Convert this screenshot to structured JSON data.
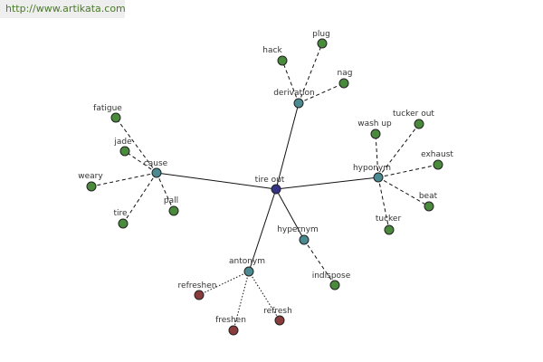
{
  "watermark": "http://www.artikata.com",
  "colors": {
    "center": "#333388",
    "category": "#4a8a90",
    "leaf_green": "#4a8a3c",
    "leaf_red": "#8a3c3c"
  },
  "graph": {
    "center": {
      "id": "tire-out",
      "label": "tire out"
    },
    "categories": [
      {
        "id": "derivation",
        "label": "derivation"
      },
      {
        "id": "cause",
        "label": "cause"
      },
      {
        "id": "hyponym",
        "label": "hyponym"
      },
      {
        "id": "hypernym",
        "label": "hypernym"
      },
      {
        "id": "antonym",
        "label": "antonym"
      }
    ],
    "leaves": [
      {
        "id": "hack",
        "label": "hack",
        "parent": "derivation",
        "color": "green"
      },
      {
        "id": "plug",
        "label": "plug",
        "parent": "derivation",
        "color": "green"
      },
      {
        "id": "nag",
        "label": "nag",
        "parent": "derivation",
        "color": "green"
      },
      {
        "id": "fatigue",
        "label": "fatigue",
        "parent": "cause",
        "color": "green"
      },
      {
        "id": "jade",
        "label": "jade",
        "parent": "cause",
        "color": "green"
      },
      {
        "id": "weary",
        "label": "weary",
        "parent": "cause",
        "color": "green"
      },
      {
        "id": "tire",
        "label": "tire",
        "parent": "cause",
        "color": "green"
      },
      {
        "id": "pall",
        "label": "pall",
        "parent": "cause",
        "color": "green"
      },
      {
        "id": "wash-up",
        "label": "wash up",
        "parent": "hyponym",
        "color": "green"
      },
      {
        "id": "tucker-out",
        "label": "tucker out",
        "parent": "hyponym",
        "color": "green"
      },
      {
        "id": "exhaust",
        "label": "exhaust",
        "parent": "hyponym",
        "color": "green"
      },
      {
        "id": "beat",
        "label": "beat",
        "parent": "hyponym",
        "color": "green"
      },
      {
        "id": "tucker",
        "label": "tucker",
        "parent": "hyponym",
        "color": "green"
      },
      {
        "id": "indispose",
        "label": "indispose",
        "parent": "hypernym",
        "color": "green"
      },
      {
        "id": "refreshen",
        "label": "refreshen",
        "parent": "antonym",
        "color": "red"
      },
      {
        "id": "freshen",
        "label": "freshen",
        "parent": "antonym",
        "color": "red"
      },
      {
        "id": "refresh",
        "label": "refresh",
        "parent": "antonym",
        "color": "red"
      }
    ]
  }
}
